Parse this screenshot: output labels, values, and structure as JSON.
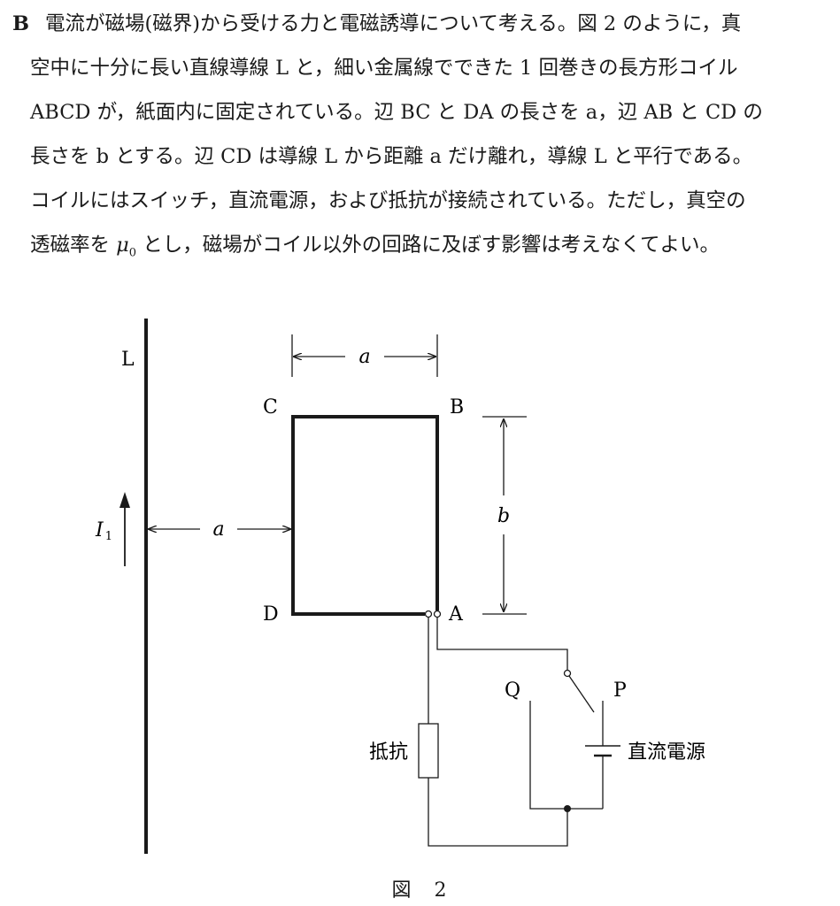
{
  "problem": {
    "label": "B",
    "lines": [
      "電流が磁場(磁界)から受ける力と電磁誘導について考える。図 2 のように，真",
      "空中に十分に長い直線導線 L と，細い金属線でできた 1 回巻きの長方形コイル",
      "ABCD が，紙面内に固定されている。辺 BC と DA の長さを a，辺 AB と CD の",
      "長さを b とする。辺 CD は導線 L から距離 a だけ離れ，導線 L と平行である。",
      "コイルにはスイッチ，直流電源，および抵抗が接続されている。ただし，真空の"
    ],
    "last_line_before": "透磁率を ",
    "last_line_symbol": "μ",
    "last_line_subscript": "0",
    "last_line_after": " とし，磁場がコイル以外の回路に及ぼす影響は考えなくてよい。"
  },
  "figure": {
    "wire_label": "L",
    "current_label": "I",
    "current_subscript": "1",
    "dim_width": "a",
    "dim_distance": "a",
    "dim_height": "b",
    "corner_a": "A",
    "corner_b": "B",
    "corner_c": "C",
    "corner_d": "D",
    "switch_q": "Q",
    "switch_p": "P",
    "resistor_label": "抵抗",
    "source_label": "直流電源",
    "caption": "図　2"
  }
}
